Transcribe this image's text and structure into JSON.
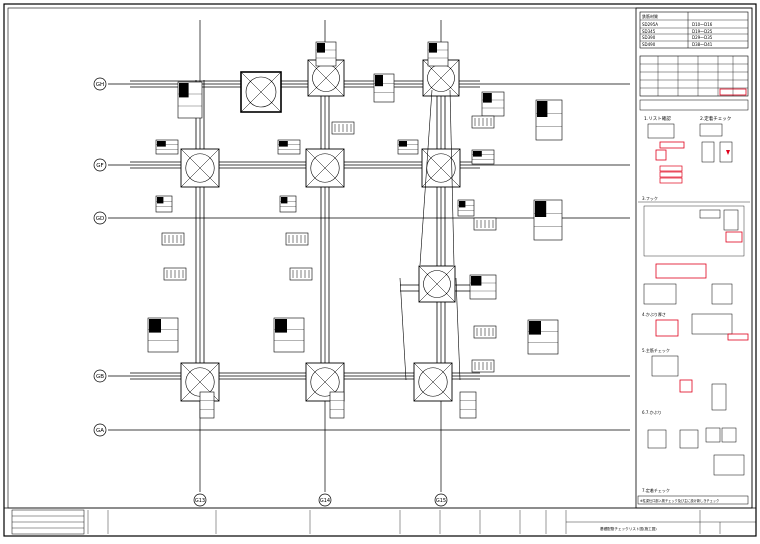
{
  "grid": {
    "rows": [
      {
        "label": "GH",
        "name": "grid-row-gh"
      },
      {
        "label": "GF",
        "name": "grid-row-gf"
      },
      {
        "label": "GD",
        "name": "grid-row-gd"
      },
      {
        "label": "GB",
        "name": "grid-row-gb"
      },
      {
        "label": "GA",
        "name": "grid-row-ga"
      }
    ],
    "cols": [
      {
        "label": "G13",
        "name": "grid-col-g13"
      },
      {
        "label": "G14",
        "name": "grid-col-g14"
      },
      {
        "label": "G15",
        "name": "grid-col-g15"
      }
    ]
  },
  "legend": {
    "table_rows": [
      [
        "SD295A",
        "D10～D16"
      ],
      [
        "SD345",
        "D19～D25"
      ],
      [
        "SD390",
        "D29～D35"
      ],
      [
        "SD490",
        "D38～D41"
      ]
    ],
    "step1": "1.リスト確認",
    "step2": "2.定着チェック",
    "step3": "3.フック",
    "step4": "4.かぶり厚さ",
    "step5": "5.主筋チェック",
    "step6": "6.7.かぶり",
    "step7": "7.定着チェック",
    "bottom_note": "※柱梁仕口部入検チェック及び主に設け新しきチェック"
  },
  "title_block": {
    "drawing_title": "基礎配筋チェックリスト図(施工図)"
  },
  "colors": {
    "line": "#000000",
    "accent_red": "#e0001b",
    "fill_black": "#000000"
  }
}
